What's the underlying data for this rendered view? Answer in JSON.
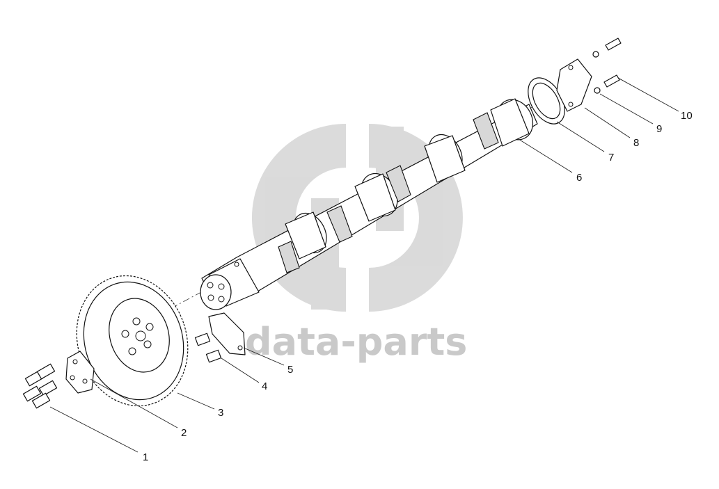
{
  "watermark": {
    "text": "data-parts",
    "color": "#c9c9c9"
  },
  "callouts": [
    "1",
    "2",
    "3",
    "4",
    "5",
    "6",
    "7",
    "8",
    "9",
    "10"
  ]
}
